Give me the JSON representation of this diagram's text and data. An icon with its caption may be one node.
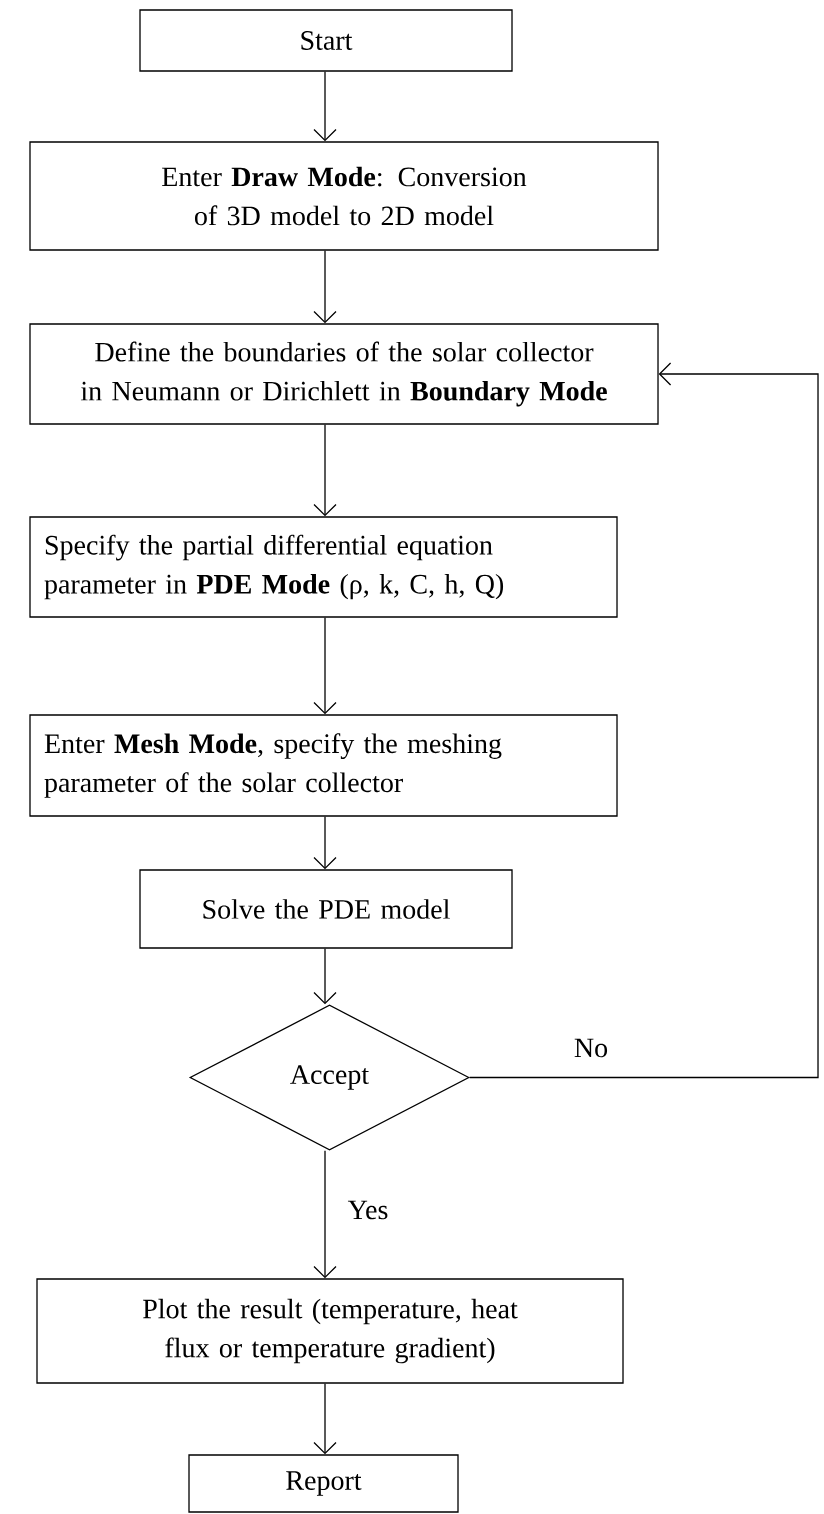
{
  "diagram": {
    "nodes": [
      {
        "text": [
          "Start"
        ]
      },
      {
        "text": [
          "Enter **Draw Mode**: Conversion of 3D model to 2D model"
        ]
      },
      {
        "text": [
          "Define the boundaries of the solar collector in Neumann or Dirichlett in **Boundary Mode**"
        ]
      },
      {
        "text": [
          "Specify the partial differential equation parameter in **PDE Mode** (ρ, k, C, h, Q)"
        ]
      },
      {
        "text": [
          "Enter **Mesh Mode**, specify the meshing parameter of the solar collector"
        ]
      },
      {
        "text": [
          "Solve the PDE model"
        ]
      },
      {
        "text": [
          "Accept"
        ]
      },
      {
        "text": [
          "Plot the result (temperature, heat flux or temperature gradient)"
        ]
      },
      {
        "text": [
          "Report"
        ]
      }
    ],
    "edges": [
      {
        "from": 0,
        "to": 1,
        "arrow": "to"
      },
      {
        "from": 1,
        "to": 2,
        "arrow": "to"
      },
      {
        "from": 2,
        "to": 3,
        "arrow": "to"
      },
      {
        "from": 3,
        "to": 4,
        "arrow": "to"
      },
      {
        "from": 4,
        "to": 5,
        "arrow": "to"
      },
      {
        "from": 5,
        "to": 6,
        "arrow": "to"
      },
      {
        "from": 6,
        "to": 7,
        "label": "Yes",
        "arrow": "to"
      },
      {
        "from": 7,
        "to": 8,
        "arrow": "to"
      },
      {
        "from": 6,
        "to": 2,
        "label": "No",
        "arrow": "to"
      }
    ]
  }
}
